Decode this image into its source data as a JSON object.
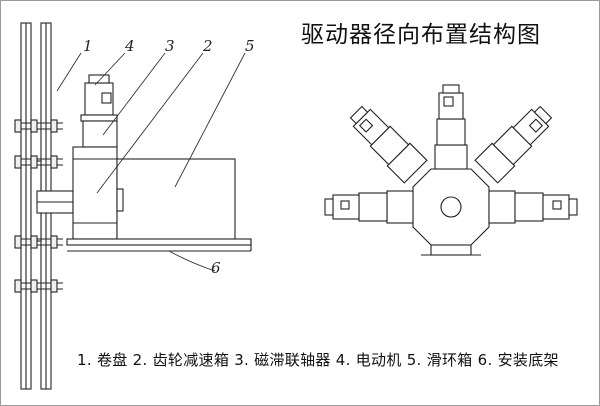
{
  "title": "驱动器径向布置结构图",
  "part_labels": [
    "1",
    "4",
    "3",
    "2",
    "5",
    "6"
  ],
  "legend": "1. 卷盘 2. 齿轮减速箱 3. 磁滞联轴器 4. 电动机 5. 滑环箱 6. 安装底架"
}
